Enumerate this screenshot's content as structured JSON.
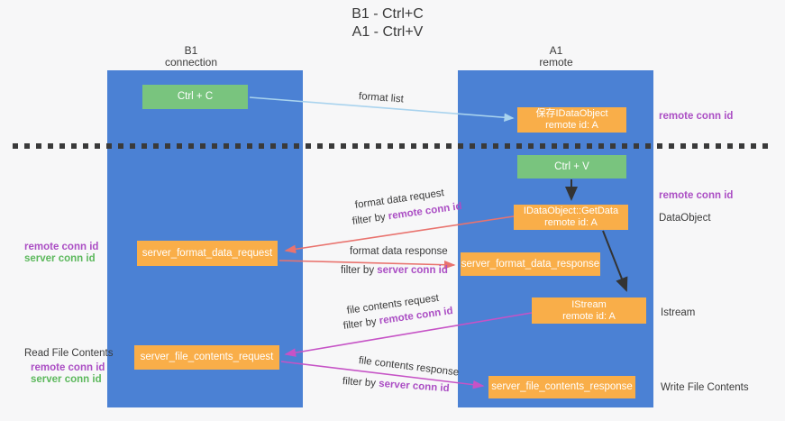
{
  "title": {
    "line1": "B1 - Ctrl+C",
    "line2": "A1 - Ctrl+V"
  },
  "columns": [
    {
      "header_line1": "B1",
      "header_line2": "connection"
    },
    {
      "header_line1": "A1",
      "header_line2": "remote"
    }
  ],
  "boxes": {
    "ctrl_c": "Ctrl + C",
    "save_obj_line1": "保存IDataObject",
    "save_obj_line2": "remote id: A",
    "ctrl_v": "Ctrl + V",
    "getdata_line1": "IDataObject::GetData",
    "getdata_line2": "remote id: A",
    "format_request": "server_format_data_request",
    "format_response": "server_format_data_response",
    "istream_line1": "IStream",
    "istream_line2": "remote id: A",
    "file_request": "server_file_contents_request",
    "file_response": "server_file_contents_response"
  },
  "arrows": {
    "format_list": "format list",
    "format_request": {
      "label": "format data request",
      "filter_prefix": "filter by ",
      "filter_key": "remote conn id"
    },
    "format_response": {
      "label": "format data response",
      "filter_prefix": "filter by ",
      "filter_key": "server conn id"
    },
    "file_request": {
      "label": "file contents request",
      "filter_prefix": "filter by ",
      "filter_key": "remote conn id"
    },
    "file_response": {
      "label": "file contents response",
      "filter_prefix": "filter by ",
      "filter_key": "server conn id"
    }
  },
  "side_labels": {
    "right_remote_conn_top": "remote conn id",
    "right_remote_conn_mid": "remote conn id",
    "right_dataobject": "DataObject",
    "right_istream": "Istream",
    "right_write_file": "Write File Contents",
    "left_remote_conn_mid": "remote conn id",
    "left_server_conn_mid": "server conn id",
    "left_read_file": "Read File Contents",
    "left_remote_conn_bottom": "remote conn id",
    "left_server_conn_bottom": "server conn id"
  },
  "colors": {
    "lifeline_blue": "#4b81d4",
    "box_orange": "#f9ae49",
    "box_green": "#79c47e",
    "label_purple": "#ab4ec4",
    "label_green": "#5cb85c",
    "arrow_salmon": "#e9736e",
    "arrow_magenta": "#c653c6",
    "arrow_lightblue": "#a9d3ee",
    "arrow_black": "#333333"
  }
}
